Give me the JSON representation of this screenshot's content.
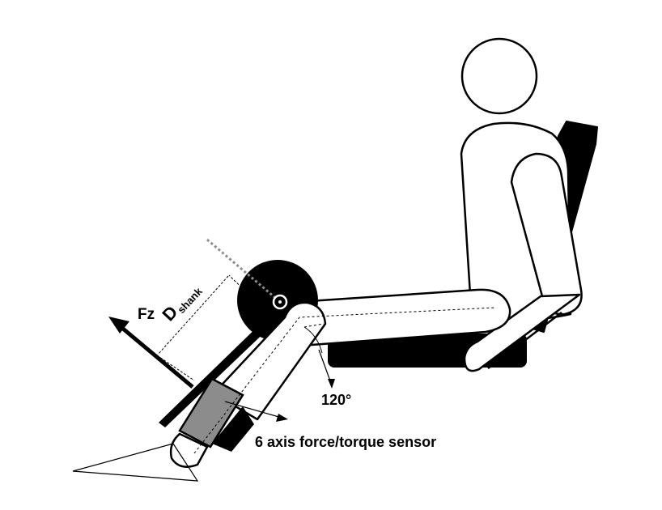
{
  "labels": {
    "force": "Fz",
    "distance_main": "D",
    "distance_sub": "shank",
    "angle": "120°",
    "sensor": "6 axis force/torque sensor"
  },
  "colors": {
    "ink": "#000000",
    "fill": "#ffffff",
    "sensor": "#8c8c8c"
  }
}
